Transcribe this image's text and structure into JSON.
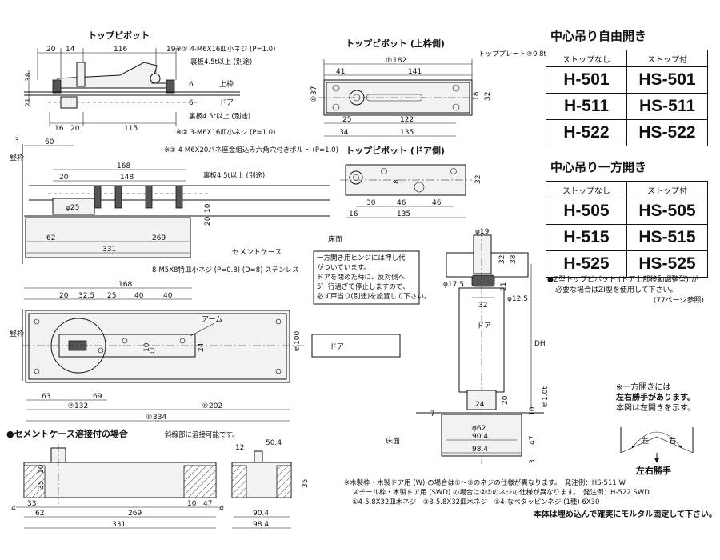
{
  "views": {
    "top_pivot": {
      "title": "トップピボット",
      "dims": [
        "20",
        "14",
        "116",
        "19",
        "38",
        "21",
        "16",
        "20",
        "115",
        "6",
        "6"
      ],
      "notes": [
        "※① 4-M6X16皿小ネジ (P=1.0)",
        "裏板4.5t以上 (別途)",
        "裏板4.5t以上 (別途)",
        "※② 3-M6X16皿小ネジ (P=1.0)"
      ],
      "labels": [
        "上枠",
        "ドア"
      ]
    },
    "top_pivot_frame": {
      "title": "トップピボット (上枠側)",
      "plate_note": "トッププレート℗0.8t",
      "dims": [
        "℗182",
        "41",
        "141",
        "℗37",
        "18",
        "32",
        "25",
        "122",
        "34",
        "135"
      ]
    },
    "top_pivot_door": {
      "title": "トップピボット (ドア側)",
      "dims": [
        "8",
        "32",
        "30",
        "46",
        "46",
        "16",
        "135"
      ]
    },
    "side_section": {
      "dims": [
        "3",
        "60",
        "168",
        "20",
        "148",
        "φ25",
        "10",
        "20",
        "62",
        "269",
        "331"
      ],
      "labels": [
        "竪枠",
        "床面",
        "セメントケース"
      ],
      "notes": [
        "※③ 4-M6X20バネ座金組込み六角穴付きボルト (P=1.0)",
        "裏板4.5t以上 (別途)"
      ]
    },
    "plan_view": {
      "screw_note": "8-M5X8特皿小ネジ (P=0.8) (D=8) ステンレス",
      "dims": [
        "168",
        "20",
        "32.5",
        "25",
        "40",
        "40",
        "10",
        "24",
        "63",
        "69",
        "℗132",
        "℗202",
        "℗334",
        "℗100"
      ],
      "labels": [
        "竪枠",
        "アーム",
        "ドア"
      ],
      "callout": [
        "一方開き用ヒンジには押し代",
        "がついています。",
        "ドアを閉めた時に、反対側へ",
        "5゜行過ぎて停止しますので、",
        "必ず戸当り(別途)を設置して下さい。"
      ]
    },
    "right_section": {
      "dims": [
        "φ19",
        "32",
        "38",
        "φ17.5",
        "21",
        "32",
        "φ12.5",
        "24",
        "20",
        "10",
        "℗1.0t",
        "φ62",
        "90.4",
        "98.4",
        "47",
        "3",
        "7",
        "DH"
      ],
      "labels": [
        "ドア",
        "床面"
      ]
    },
    "cement": {
      "title": "●セメントケース溶接付の場合",
      "subtitle": "斜線部に溶接可能です。",
      "dims": [
        "10",
        "35",
        "4",
        "33",
        "62",
        "269",
        "331",
        "10",
        "47",
        "4",
        "12",
        "50.4",
        "35",
        "90.4",
        "98.4"
      ]
    }
  },
  "free_swing": {
    "title": "中心吊り自由開き",
    "headers": [
      "ストップなし",
      "ストップ付"
    ],
    "rows": [
      [
        "H-501",
        "HS-501"
      ],
      [
        "H-511",
        "HS-511"
      ],
      [
        "H-522",
        "HS-522"
      ]
    ]
  },
  "single_swing": {
    "title": "中心吊り一方開き",
    "headers": [
      "ストップなし",
      "ストップ付"
    ],
    "rows": [
      [
        "H-505",
        "HS-505"
      ],
      [
        "H-515",
        "HS-515"
      ],
      [
        "H-525",
        "HS-525"
      ]
    ]
  },
  "z_note": [
    "●Z型トップピボット (ドア上部移動調整型) が",
    "必要な場合はZI型を使用して下さい。",
    "(77ページ参照)"
  ],
  "handedness": {
    "lines": [
      "※一方開きには",
      "左右勝手があります。",
      "本図は左開きを示す。"
    ],
    "left": "左",
    "right": "右",
    "caption": "左右勝手"
  },
  "footnotes": [
    "※木製枠・木製ドア用 (W) の場合は①～③のネジの仕様が異なります。　発注例：HS-511 W",
    "スチール枠・木製ドア用 (SWD) の場合は②③のネジの仕様が異なります。　発注例：H-522 SWD",
    "①4-5.8X32皿木ネジ　②3-5.8X32皿木ネジ　③4-なべタッピンネジ (1種) 6X30",
    "本体は埋め込んで確実にモルタル固定して下さい。"
  ]
}
